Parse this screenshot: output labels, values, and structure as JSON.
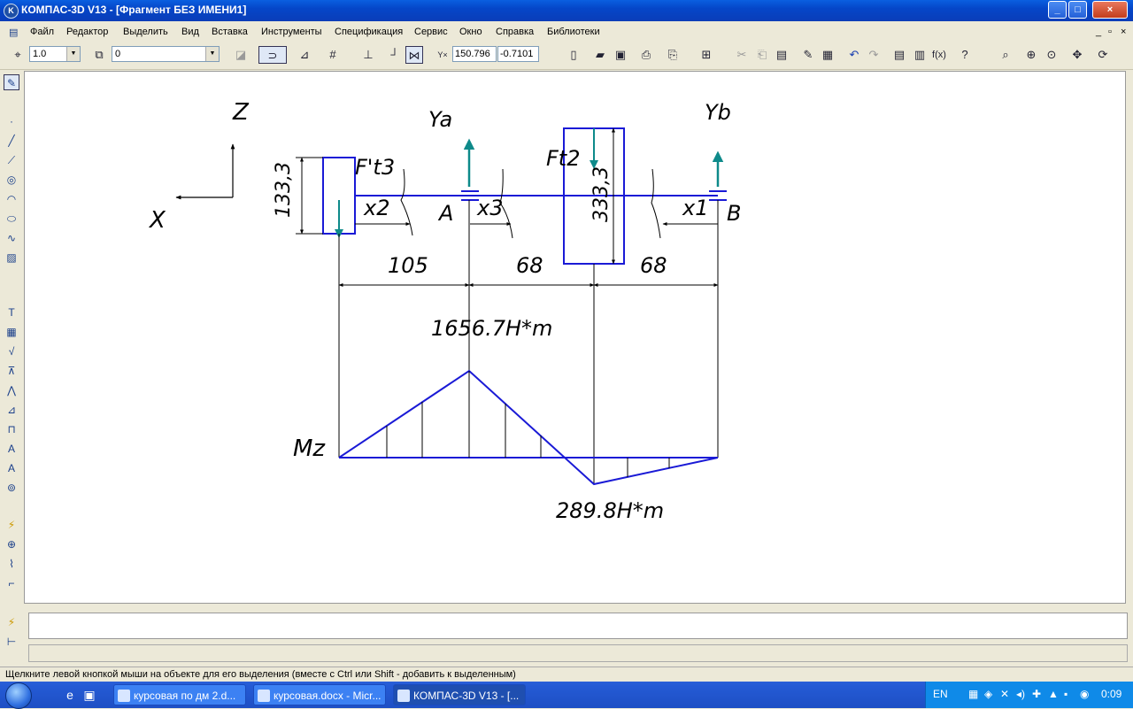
{
  "window": {
    "title": "КОМПАС-3D V13 - [Фрагмент БЕЗ ИМЕНИ1]",
    "app_icon": "K",
    "controls": {
      "minimize": "_",
      "maximize": "□",
      "close": "×"
    }
  },
  "menu": {
    "items": [
      "Файл",
      "Редактор",
      "Выделить",
      "Вид",
      "Вставка",
      "Инструменты",
      "Спецификация",
      "Сервис",
      "Окно",
      "Справка",
      "Библиотеки"
    ],
    "doc_controls": [
      "_",
      "▫",
      "×"
    ]
  },
  "toolbar": {
    "scale": "1.0",
    "layer": "0",
    "coord_x": "150.796",
    "coord_y": "-0.7101"
  },
  "drawing": {
    "label_z": "Z",
    "label_x": "X",
    "label_ya": "Ya",
    "label_yb": "Yb",
    "label_ft3": "F't3",
    "label_ft2": "Ft2",
    "label_x2": "x2",
    "label_x3": "x3",
    "label_x1": "x1",
    "label_a": "A",
    "label_b": "B",
    "dim_1333": "133,3",
    "dim_3333": "333,3",
    "dim_105": "105",
    "dim_68a": "68",
    "dim_68b": "68",
    "moment_max": "1656.7H*m",
    "moment_min": "289.8H*m",
    "label_mz": "Mz"
  },
  "status": {
    "hint": "Щелкните левой кнопкой мыши на объекте для его выделения (вместе с Ctrl или Shift - добавить к выделенным)"
  },
  "taskbar": {
    "tasks": [
      "курсовая по дм 2.d...",
      "курсовая.docx - Micr...",
      "КОМПАС-3D V13 - [..."
    ],
    "lang": "EN",
    "clock": "0:09"
  }
}
